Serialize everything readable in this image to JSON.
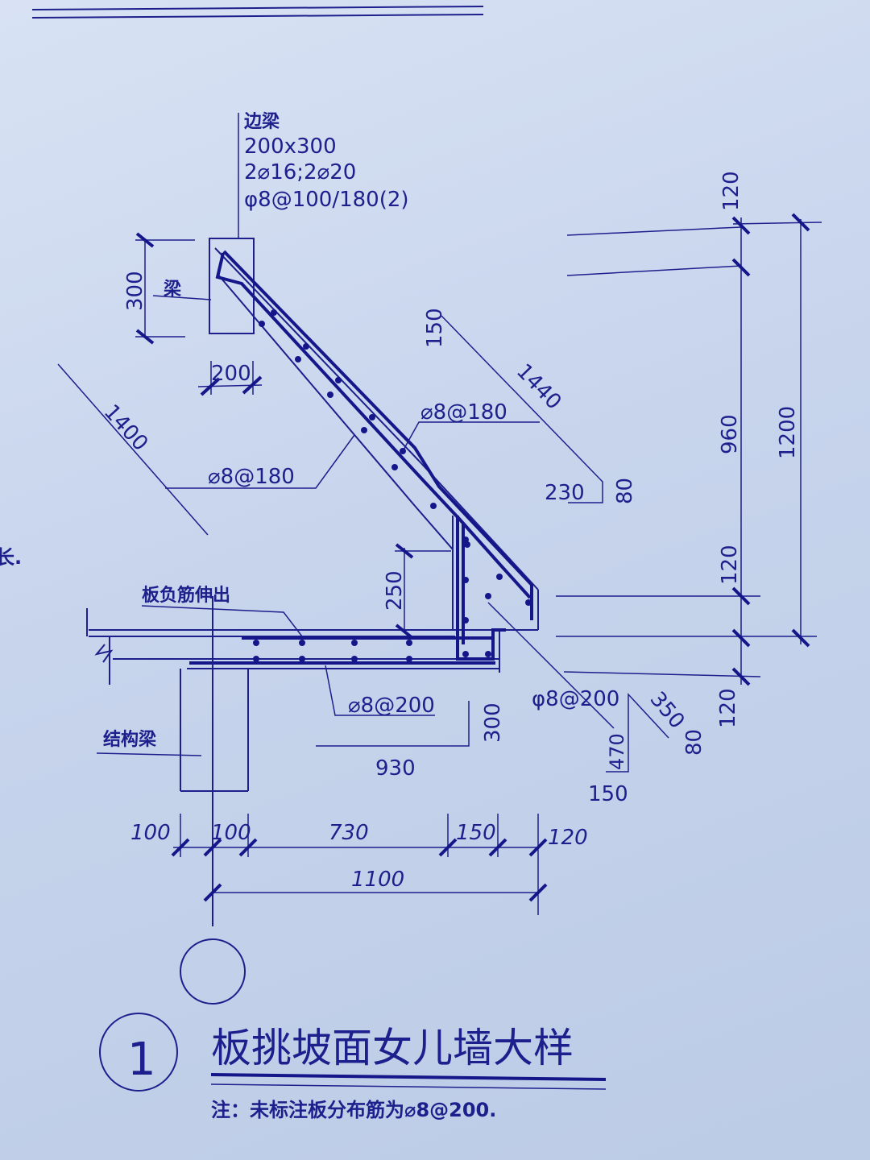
{
  "beam_label": {
    "name": "边梁",
    "size": "200x300",
    "rebar": "2⌀16;2⌀20",
    "stirrup": "φ8@100/180(2)"
  },
  "labels": {
    "liang": "梁",
    "slab_rebar_out": "板负筋伸出",
    "struct_beam": "结构梁",
    "left_edge_fragment": "长.",
    "rebar_diag_upper": "⌀8@180",
    "rebar_diag_lower": "⌀8@180",
    "rebar_slab": "⌀8@200",
    "rebar_right": "φ8@200"
  },
  "dims": {
    "beam_h": "300",
    "beam_w": "200",
    "slope_len": "1400",
    "bend_150": "150",
    "bend_1440": "1440",
    "bend_230": "230",
    "bend_80a": "80",
    "h_250": "250",
    "r_120_top": "120",
    "r_960": "960",
    "r_1200": "1200",
    "r_120_mid": "120",
    "r_120_bot": "120",
    "slab_300": "300",
    "slab_930": "930",
    "hook_470": "470",
    "hook_150": "150",
    "hook_350": "350",
    "hook_80": "80",
    "b_100a": "100",
    "b_100b": "100",
    "b_730": "730",
    "b_150": "150",
    "b_120": "120",
    "b_1100": "1100"
  },
  "title": {
    "number": "1",
    "text": "板挑坡面女儿墙大样",
    "note": "注：未标注板分布筋为⌀8@200."
  }
}
